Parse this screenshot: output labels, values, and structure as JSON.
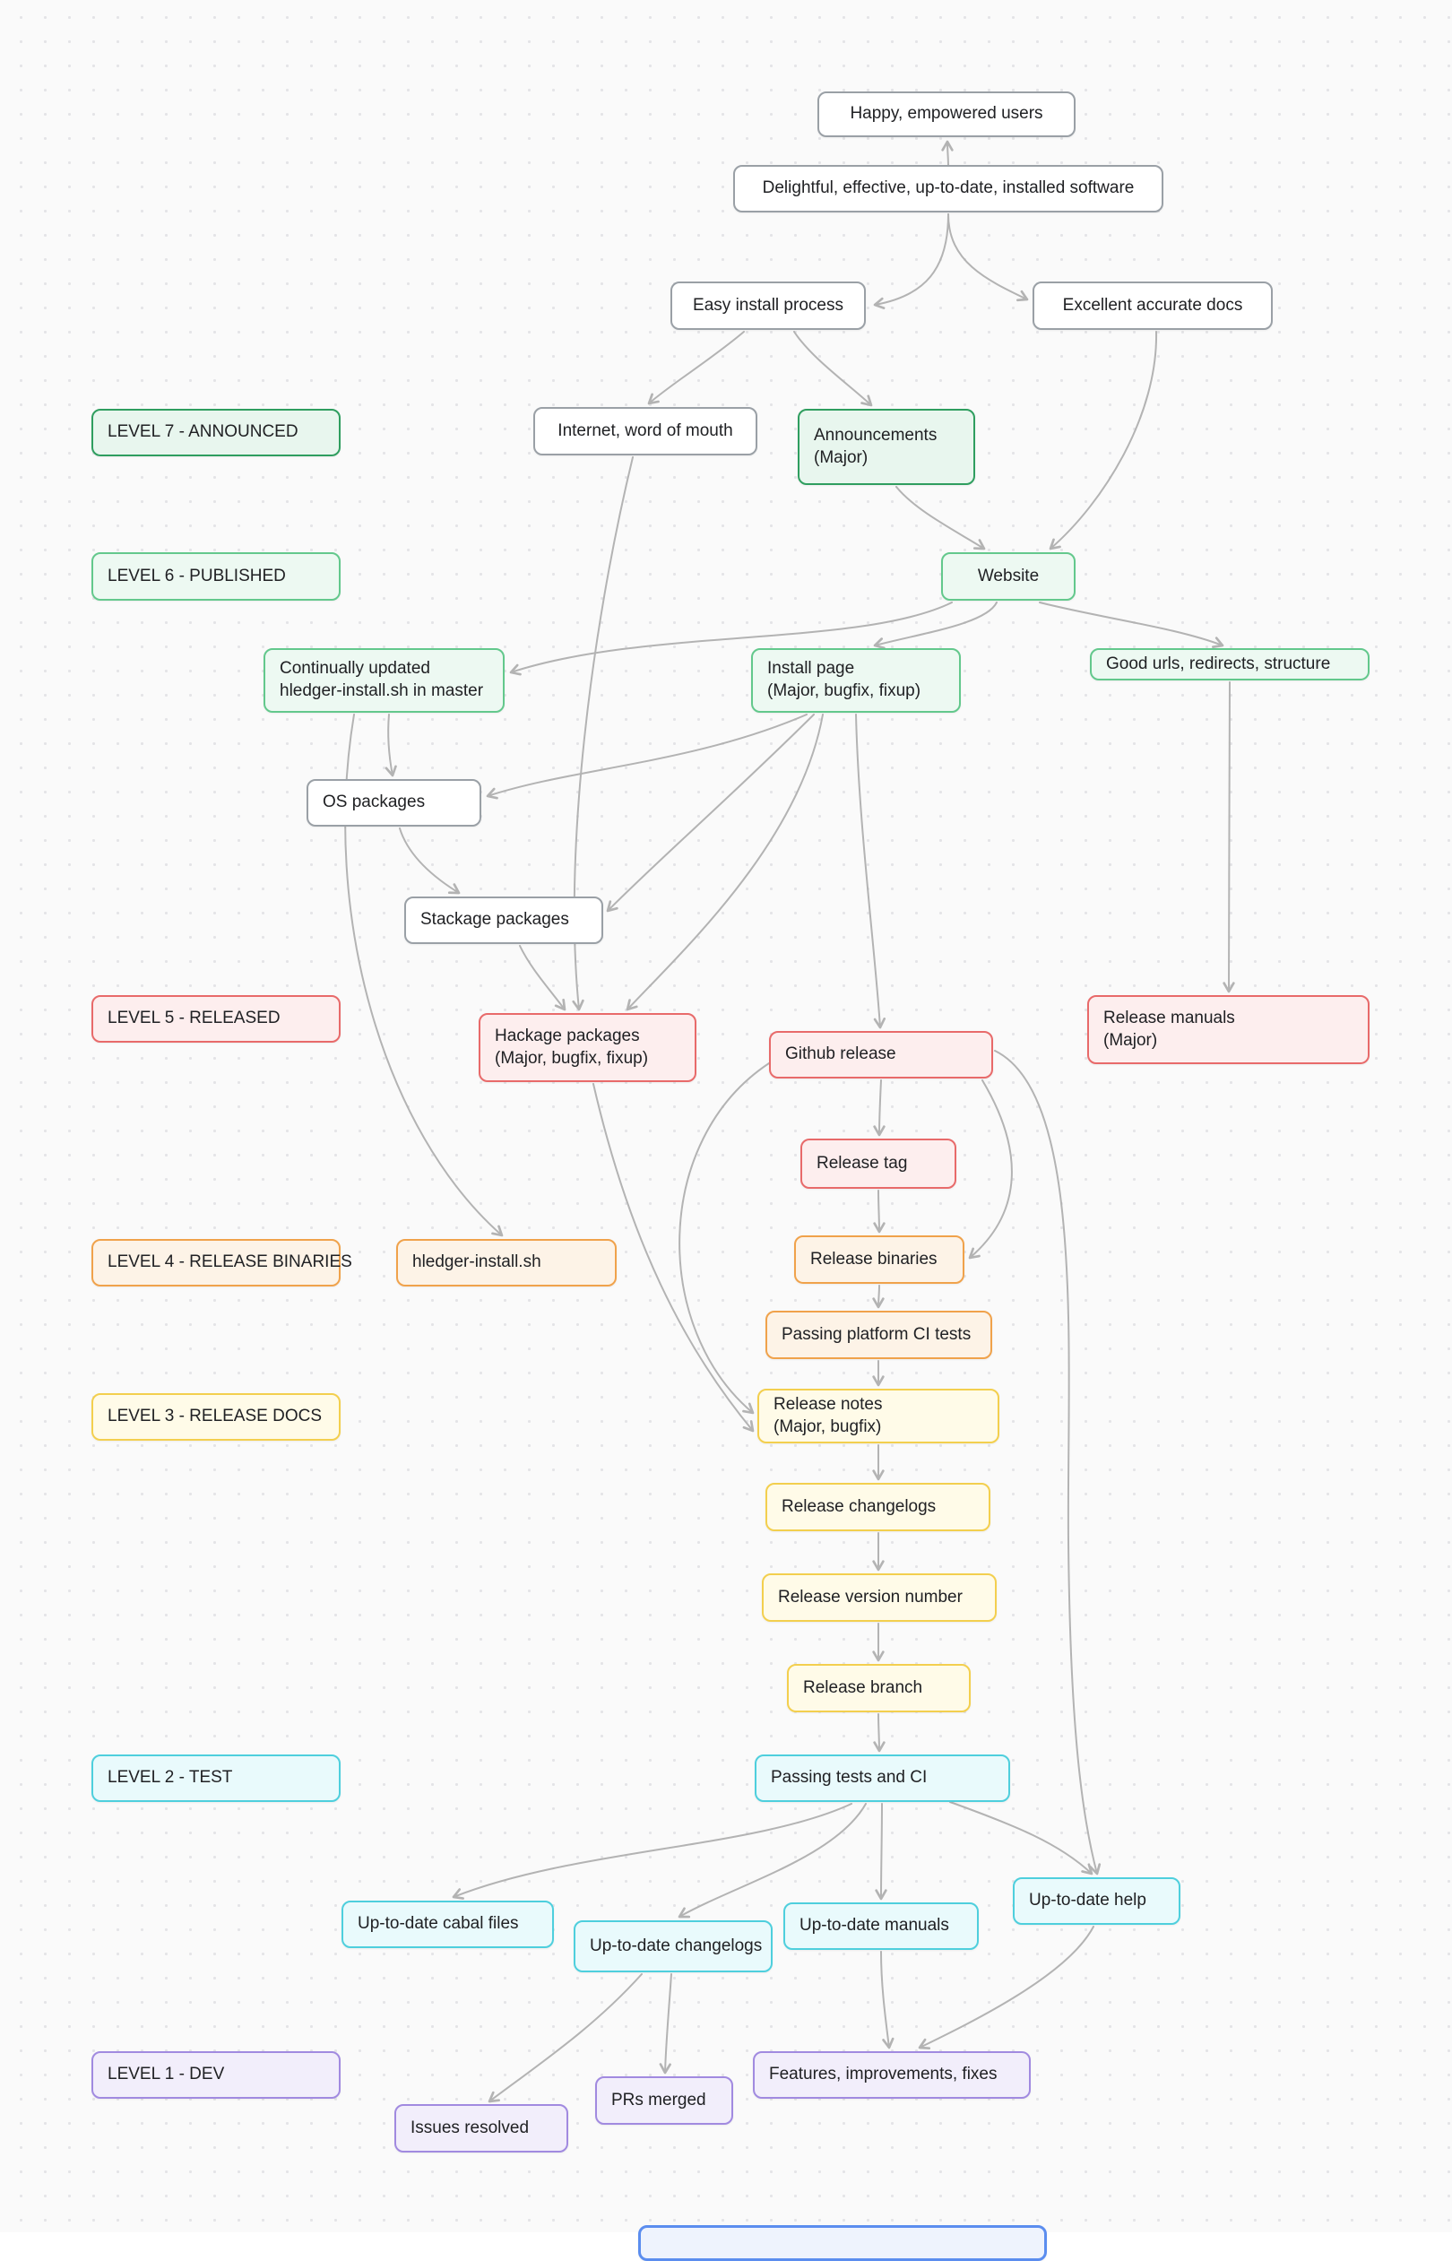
{
  "palette": {
    "background": "#fafafa",
    "connector": "#b3b3b3",
    "level7_announced": {
      "border": "#2f9e5f",
      "fill": "#e8f6ee"
    },
    "level6_published": {
      "border": "#63c88c",
      "fill": "#edf9f2"
    },
    "level5_released": {
      "border": "#e86a6a",
      "fill": "#fdeeee"
    },
    "level4_binaries": {
      "border": "#f0a24b",
      "fill": "#fdf3e7"
    },
    "level3_docs": {
      "border": "#f3cf4e",
      "fill": "#fffbe8"
    },
    "level2_test": {
      "border": "#4ecfdd",
      "fill": "#e9fafc"
    },
    "level1_dev": {
      "border": "#a18ae0",
      "fill": "#f2eefb"
    },
    "neutral": {
      "border": "#9aa0a6",
      "fill": "#ffffff"
    }
  },
  "level_labels": {
    "level7": "LEVEL 7 - ANNOUNCED",
    "level6": "LEVEL 6 - PUBLISHED",
    "level5": "LEVEL 5 - RELEASED",
    "level4": "LEVEL 4 - RELEASE BINARIES",
    "level3": "LEVEL 3 - RELEASE DOCS",
    "level2": "LEVEL 2 - TEST",
    "level1": "LEVEL 1 - DEV"
  },
  "nodes": {
    "happy_users": {
      "label": "Happy, empowered users"
    },
    "installed_software": {
      "label": "Delightful, effective, up-to-date, installed software"
    },
    "easy_install": {
      "label": "Easy install process"
    },
    "excellent_docs": {
      "label": "Excellent accurate docs"
    },
    "word_of_mouth": {
      "label": "Internet, word of mouth"
    },
    "announcements": {
      "line1": "Announcements",
      "line2": "(Major)"
    },
    "website": {
      "label": "Website"
    },
    "continually_updated": {
      "line1": "Continually updated",
      "line2": "hledger-install.sh in master"
    },
    "install_page": {
      "line1": "Install page",
      "line2": "(Major, bugfix, fixup)"
    },
    "good_urls": {
      "label": "Good urls, redirects, structure"
    },
    "os_packages": {
      "label": "OS packages"
    },
    "stackage_packages": {
      "label": "Stackage packages"
    },
    "hackage_packages": {
      "line1": "Hackage packages",
      "line2": "(Major, bugfix, fixup)"
    },
    "github_release": {
      "label": "Github release"
    },
    "release_manuals": {
      "line1": "Release manuals",
      "line2": "(Major)"
    },
    "release_tag": {
      "label": "Release tag"
    },
    "hledger_install_sh": {
      "label": "hledger-install.sh"
    },
    "release_binaries": {
      "label": "Release binaries"
    },
    "passing_platform_ci": {
      "label": "Passing platform CI tests"
    },
    "release_notes": {
      "line1": "Release notes",
      "line2": "(Major, bugfix)"
    },
    "release_changelogs": {
      "label": "Release changelogs"
    },
    "release_version_number": {
      "label": "Release version number"
    },
    "release_branch": {
      "label": "Release branch"
    },
    "passing_tests_ci": {
      "label": "Passing tests and CI"
    },
    "cabal_files": {
      "label": "Up-to-date cabal files"
    },
    "utd_changelogs": {
      "label": "Up-to-date changelogs"
    },
    "utd_manuals": {
      "label": "Up-to-date manuals"
    },
    "utd_help": {
      "label": "Up-to-date help"
    },
    "features": {
      "label": "Features, improvements, fixes"
    },
    "prs_merged": {
      "label": "PRs merged"
    },
    "issues_resolved": {
      "label": "Issues resolved"
    }
  },
  "edges": [
    {
      "from": "installed_software",
      "to": "happy_users"
    },
    {
      "from": "installed_software",
      "to": "easy_install"
    },
    {
      "from": "installed_software",
      "to": "excellent_docs"
    },
    {
      "from": "easy_install",
      "to": "word_of_mouth"
    },
    {
      "from": "easy_install",
      "to": "announcements"
    },
    {
      "from": "excellent_docs",
      "to": "website"
    },
    {
      "from": "announcements",
      "to": "website"
    },
    {
      "from": "word_of_mouth",
      "to": "hackage_packages"
    },
    {
      "from": "website",
      "to": "continually_updated"
    },
    {
      "from": "website",
      "to": "install_page"
    },
    {
      "from": "website",
      "to": "good_urls"
    },
    {
      "from": "good_urls",
      "to": "release_manuals"
    },
    {
      "from": "continually_updated",
      "to": "os_packages"
    },
    {
      "from": "continually_updated",
      "to": "hledger_install_sh"
    },
    {
      "from": "install_page",
      "to": "os_packages"
    },
    {
      "from": "install_page",
      "to": "stackage_packages"
    },
    {
      "from": "install_page",
      "to": "hackage_packages"
    },
    {
      "from": "install_page",
      "to": "github_release"
    },
    {
      "from": "os_packages",
      "to": "stackage_packages"
    },
    {
      "from": "stackage_packages",
      "to": "hackage_packages"
    },
    {
      "from": "github_release",
      "to": "release_tag"
    },
    {
      "from": "release_tag",
      "to": "release_binaries"
    },
    {
      "from": "release_binaries",
      "to": "passing_platform_ci"
    },
    {
      "from": "passing_platform_ci",
      "to": "release_notes"
    },
    {
      "from": "release_notes",
      "to": "release_changelogs"
    },
    {
      "from": "release_changelogs",
      "to": "release_version_number"
    },
    {
      "from": "release_version_number",
      "to": "release_branch"
    },
    {
      "from": "release_branch",
      "to": "passing_tests_ci"
    },
    {
      "from": "passing_tests_ci",
      "to": "cabal_files"
    },
    {
      "from": "passing_tests_ci",
      "to": "utd_changelogs"
    },
    {
      "from": "passing_tests_ci",
      "to": "utd_manuals"
    },
    {
      "from": "passing_tests_ci",
      "to": "utd_help"
    },
    {
      "from": "github_release",
      "to": "utd_help"
    },
    {
      "from": "github_release",
      "to": "release_notes"
    },
    {
      "from": "hackage_packages",
      "to": "release_notes"
    },
    {
      "from": "github_release",
      "to": "release_binaries"
    },
    {
      "from": "utd_changelogs",
      "to": "prs_merged"
    },
    {
      "from": "utd_changelogs",
      "to": "issues_resolved"
    },
    {
      "from": "utd_manuals",
      "to": "features"
    },
    {
      "from": "utd_help",
      "to": "features"
    }
  ]
}
